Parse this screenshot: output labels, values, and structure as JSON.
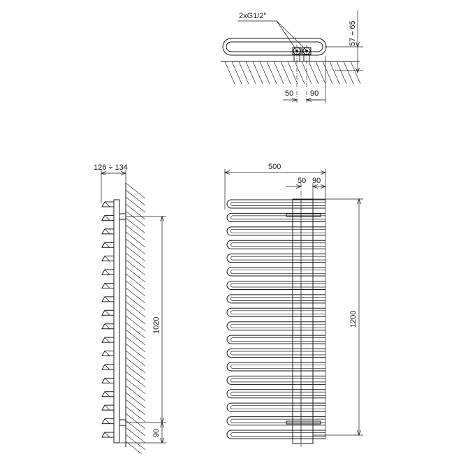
{
  "drawing": {
    "top_view": {
      "connection_label": "2xG1/2\"",
      "depth_range": "57 ÷ 65",
      "dim_inlet": "50",
      "dim_pitch": "90"
    },
    "side_view": {
      "projection_range": "126 ÷ 134",
      "dim_mount_height": "1020",
      "dim_bottom": "90"
    },
    "front_view": {
      "dim_width": "500",
      "dim_inlet": "50",
      "dim_pitch": "90",
      "dim_height": "1200"
    },
    "tube_count": 18
  }
}
